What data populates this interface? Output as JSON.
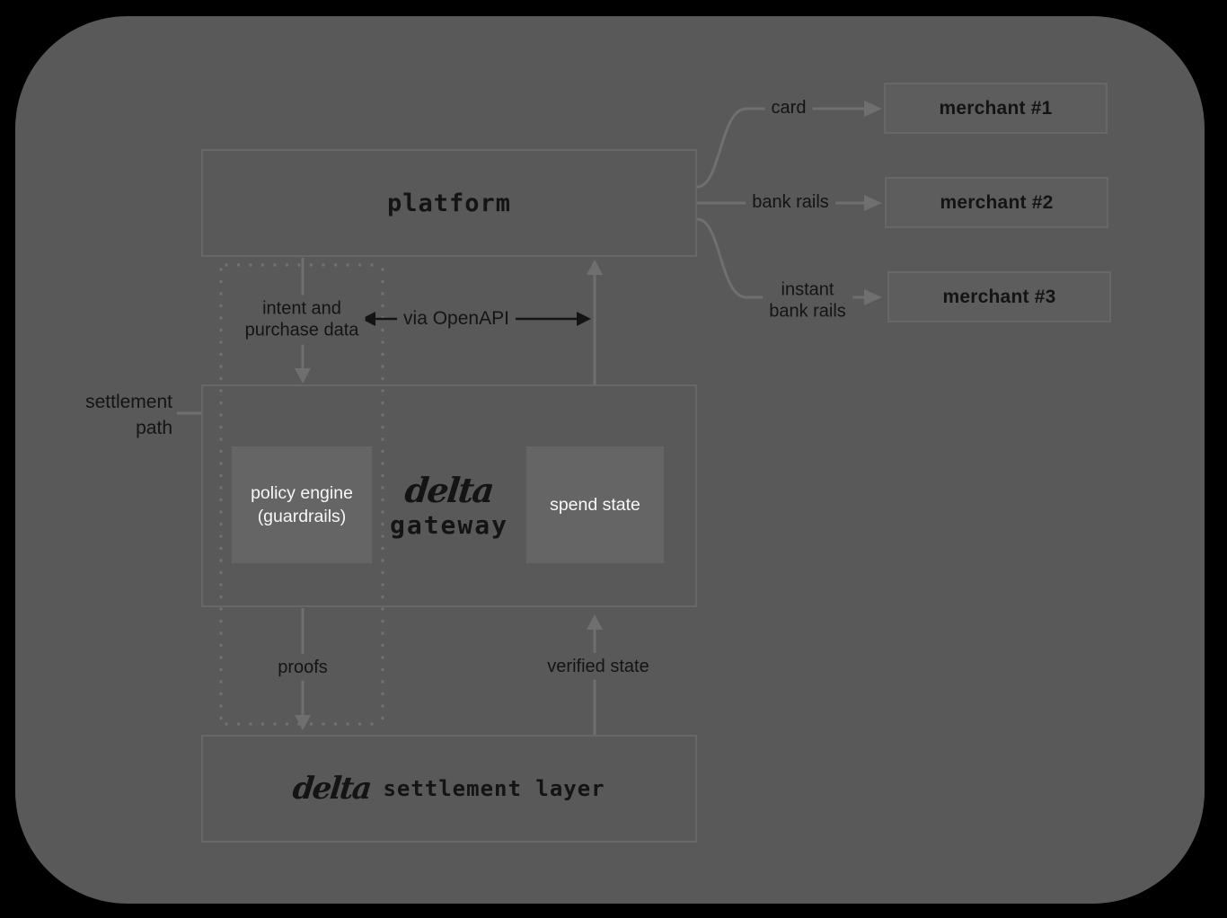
{
  "colors": {
    "bg": "#000000",
    "panel": "#595959",
    "box_border": "#676767",
    "merchant_fill": "#5d5d5d",
    "inner_fill": "#656565",
    "line": "#6f6f6f",
    "dot": "#717171",
    "ink": "#141414",
    "white_text": "#f7f7f7"
  },
  "nodes": {
    "platform": {
      "label": "platform"
    },
    "gateway": {
      "brand": "delta",
      "name": "gateway",
      "policy_box": {
        "line1": "policy engine",
        "line2": "(guardrails)"
      },
      "spend_box": {
        "label": "spend state"
      }
    },
    "settlement": {
      "brand": "delta",
      "label": "settlement layer"
    },
    "merchants": [
      {
        "label": "merchant #1"
      },
      {
        "label": "merchant #2"
      },
      {
        "label": "merchant #3"
      }
    ]
  },
  "edges": {
    "card": {
      "label": "card"
    },
    "bank_rails": {
      "label": "bank rails"
    },
    "instant_bank_rails": {
      "line1": "instant",
      "line2": "bank rails"
    },
    "via_openapi": {
      "label": "via OpenAPI"
    },
    "intent": {
      "line1": "intent and",
      "line2": "purchase data"
    },
    "settlement_path": {
      "line1": "settlement",
      "line2": "path"
    },
    "proofs": {
      "label": "proofs"
    },
    "verified_state": {
      "label": "verified state"
    }
  }
}
